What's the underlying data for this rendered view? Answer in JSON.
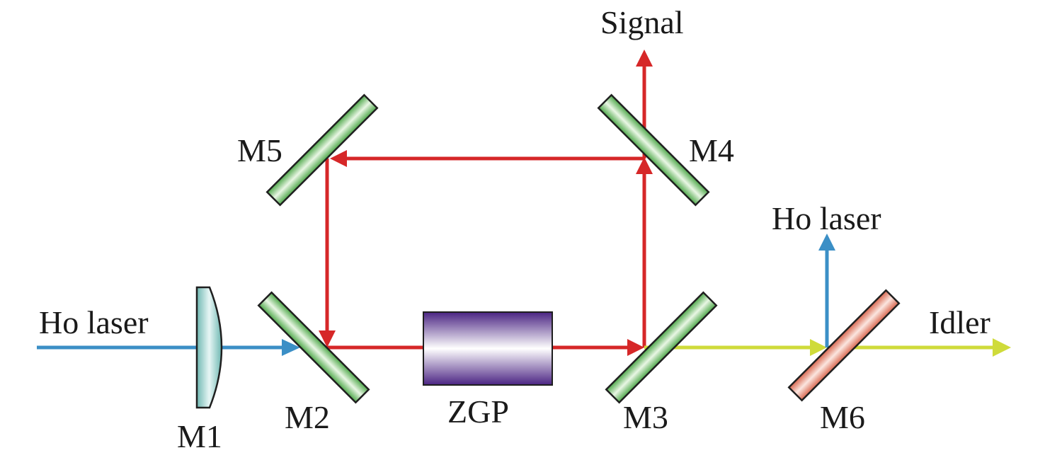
{
  "labels": {
    "ho_laser_in": "Ho laser",
    "ho_laser_out": "Ho laser",
    "signal": "Signal",
    "idler": "Idler",
    "crystal": "ZGP",
    "m1": "M1",
    "m2": "M2",
    "m3": "M3",
    "m4": "M4",
    "m5": "M5",
    "m6": "M6"
  },
  "colors": {
    "pump_beam": "#3b8fc6",
    "signal_beam": "#d62728",
    "idler_beam": "#cfdb3a",
    "mirror_green": "#6fbf5a",
    "mirror_red": "#e07a63",
    "lens": "#8ccbc6",
    "crystal": "#5a2d8a"
  }
}
